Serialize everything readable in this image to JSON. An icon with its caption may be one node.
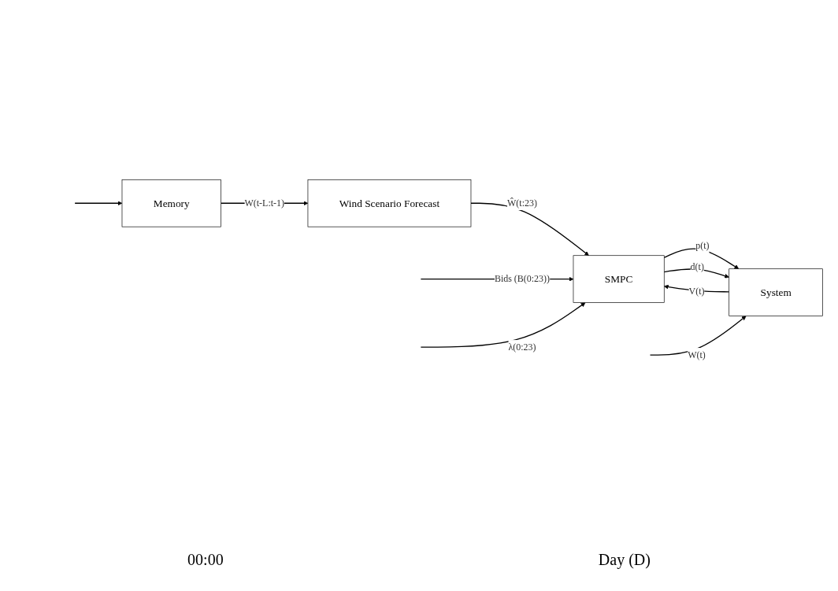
{
  "diagram": {
    "nodes": [
      {
        "text": [
          "SMPC"
        ]
      },
      {
        "text": [
          "System"
        ]
      },
      {
        "text": [
          "Wind Scenario Forecast"
        ]
      },
      {
        "text": [
          "Memory"
        ]
      }
    ],
    "edges": [
      {
        "from": null,
        "to": 0,
        "arrow": "to",
        "label": "Bids (B(0:23))"
      },
      {
        "from": null,
        "to": 0,
        "arrow": "to",
        "label": "λ(0:23)"
      },
      {
        "from": 0,
        "to": 1,
        "arrow": "to",
        "label": "p(t)"
      },
      {
        "from": 0,
        "to": 1,
        "arrow": "to",
        "label": "d(t)"
      },
      {
        "from": 1,
        "to": 0,
        "arrow": "to",
        "label": "V(t)"
      },
      {
        "from": 2,
        "to": 0,
        "arrow": "to",
        "label": "Ŵ(t:23)"
      },
      {
        "from": 3,
        "to": 2,
        "arrow": "to",
        "label": "W(t-L:t-1)"
      },
      {
        "from": null,
        "to": 1,
        "arrow": "to",
        "label": "W(t)"
      },
      {
        "from": null,
        "to": 3,
        "arrow": "to"
      }
    ],
    "labels": [
      "00:00",
      "Day (D)"
    ]
  }
}
